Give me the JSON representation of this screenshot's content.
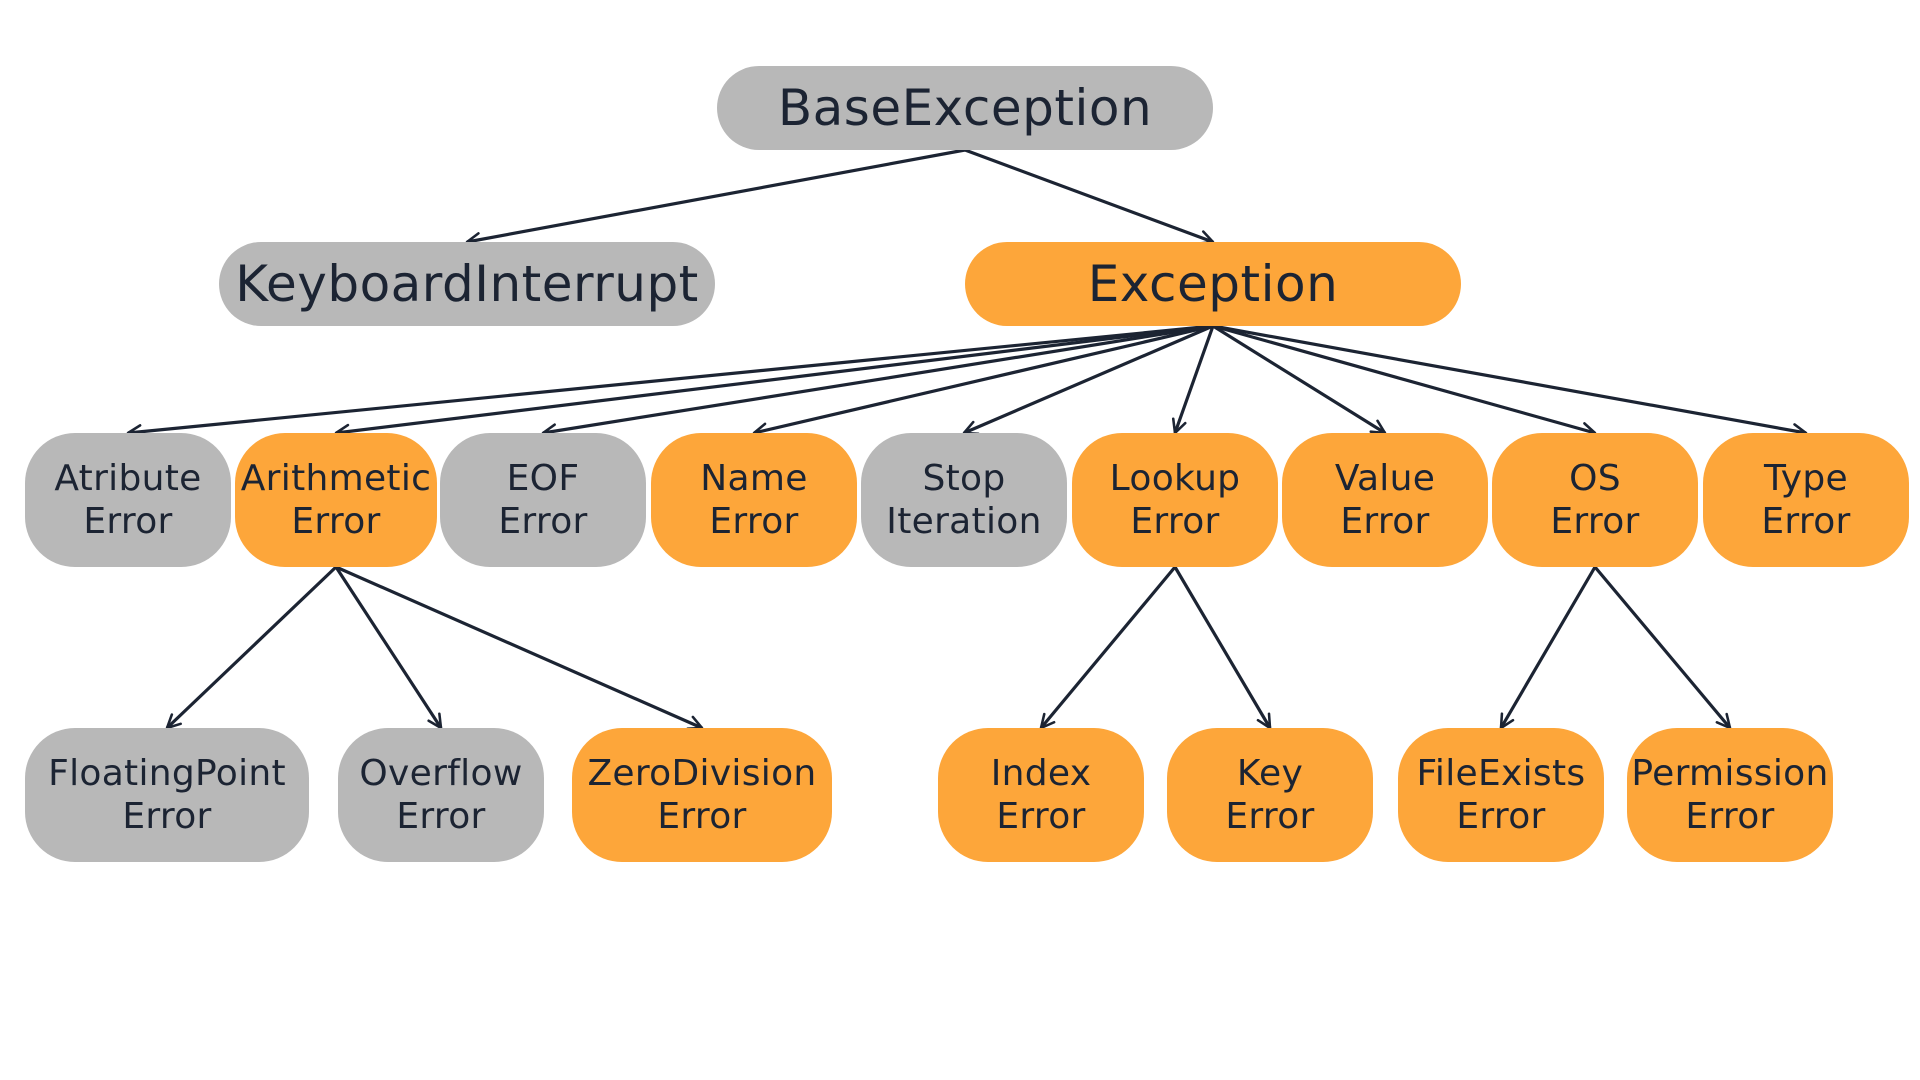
{
  "colors": {
    "gray_node": "#b8b8b8",
    "orange_node": "#fda63a",
    "text": "#1c2433",
    "edge": "#1c2433",
    "background": "#ffffff"
  },
  "nodes": {
    "base_exception": {
      "label": "BaseException",
      "color": "gray"
    },
    "keyboard_interrupt": {
      "label": "KeyboardInterrupt",
      "color": "gray"
    },
    "exception": {
      "label": "Exception",
      "color": "orange"
    },
    "atribute_error": {
      "line1": "Atribute",
      "line2": "Error",
      "color": "gray"
    },
    "arithmetic_error": {
      "line1": "Arithmetic",
      "line2": "Error",
      "color": "orange"
    },
    "eof_error": {
      "line1": "EOF",
      "line2": "Error",
      "color": "gray"
    },
    "name_error": {
      "line1": "Name",
      "line2": "Error",
      "color": "orange"
    },
    "stop_iteration": {
      "line1": "Stop",
      "line2": "Iteration",
      "color": "gray"
    },
    "lookup_error": {
      "line1": "Lookup",
      "line2": "Error",
      "color": "orange"
    },
    "value_error": {
      "line1": "Value",
      "line2": "Error",
      "color": "orange"
    },
    "os_error": {
      "line1": "OS",
      "line2": "Error",
      "color": "orange"
    },
    "type_error": {
      "line1": "Type",
      "line2": "Error",
      "color": "orange"
    },
    "floating_point_error": {
      "line1": "FloatingPoint",
      "line2": "Error",
      "color": "gray"
    },
    "overflow_error": {
      "line1": "Overflow",
      "line2": "Error",
      "color": "gray"
    },
    "zero_division_error": {
      "line1": "ZeroDivision",
      "line2": "Error",
      "color": "orange"
    },
    "index_error": {
      "line1": "Index",
      "line2": "Error",
      "color": "orange"
    },
    "key_error": {
      "line1": "Key",
      "line2": "Error",
      "color": "orange"
    },
    "file_exists_error": {
      "line1": "FileExists",
      "line2": "Error",
      "color": "orange"
    },
    "permission_error": {
      "line1": "Permission",
      "line2": "Error",
      "color": "orange"
    }
  },
  "edges": [
    [
      "base_exception",
      "keyboard_interrupt"
    ],
    [
      "base_exception",
      "exception"
    ],
    [
      "exception",
      "atribute_error"
    ],
    [
      "exception",
      "arithmetic_error"
    ],
    [
      "exception",
      "eof_error"
    ],
    [
      "exception",
      "name_error"
    ],
    [
      "exception",
      "stop_iteration"
    ],
    [
      "exception",
      "lookup_error"
    ],
    [
      "exception",
      "value_error"
    ],
    [
      "exception",
      "os_error"
    ],
    [
      "exception",
      "type_error"
    ],
    [
      "arithmetic_error",
      "floating_point_error"
    ],
    [
      "arithmetic_error",
      "overflow_error"
    ],
    [
      "arithmetic_error",
      "zero_division_error"
    ],
    [
      "lookup_error",
      "index_error"
    ],
    [
      "lookup_error",
      "key_error"
    ],
    [
      "os_error",
      "file_exists_error"
    ],
    [
      "os_error",
      "permission_error"
    ]
  ]
}
